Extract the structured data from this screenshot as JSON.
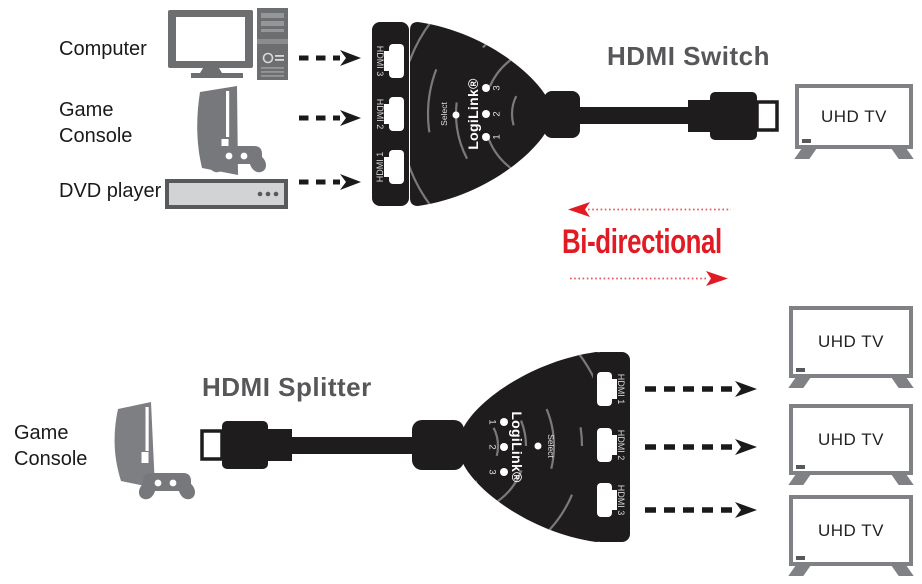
{
  "top_section": {
    "title": "HDMI Switch",
    "source_labels": {
      "computer": "Computer",
      "game_line1": "Game",
      "game_line2": "Console",
      "dvd": "DVD player"
    },
    "tv_label": "UHD TV"
  },
  "bidirectional": {
    "label": "Bi-directional"
  },
  "bottom_section": {
    "title": "HDMI Splitter",
    "source": {
      "line1": "Game",
      "line2": "Console"
    },
    "tv_labels": [
      "UHD TV",
      "UHD TV",
      "UHD TV"
    ]
  },
  "device": {
    "brand": "LogiLink®",
    "select": "Select",
    "switch_ports": [
      "HDMI 3",
      "HDMI 2",
      "HDMI 1"
    ],
    "switch_indicators": [
      "3",
      "2",
      "1"
    ],
    "splitter_ports": [
      "HDMI 1",
      "HDMI 2",
      "HDMI 3"
    ],
    "splitter_indicators": [
      "1",
      "2",
      "3"
    ]
  },
  "colors": {
    "accent_red": "#e11b23",
    "device_black": "#1e1c1d",
    "icon_gray": "#6d6e70",
    "console_gray": "#77787b",
    "title_gray": "#57575a",
    "tv_frame_gray": "#808184",
    "dvd_fill": "#d1d3d4"
  }
}
